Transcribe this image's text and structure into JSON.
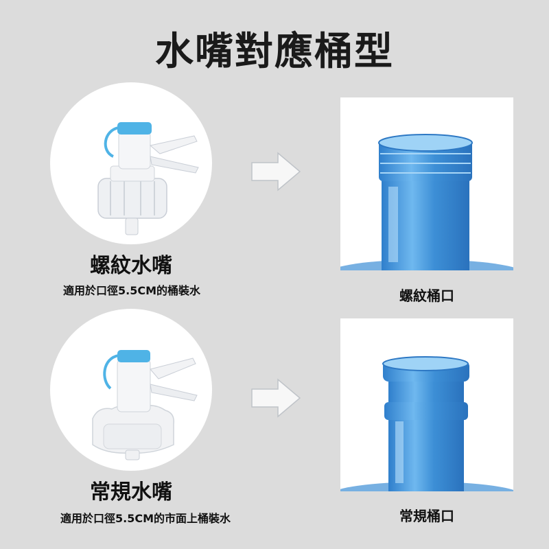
{
  "title": "水嘴對應桶型",
  "rows": [
    {
      "spout_name": "螺紋水嘴",
      "spout_desc": "適用於口徑5.5CM的桶裝水",
      "bucket_label": "螺紋桶口"
    },
    {
      "spout_name": "常規水嘴",
      "spout_desc": "適用於口徑5.5CM的市面上桶裝水",
      "bucket_label": "常規桶口"
    }
  ],
  "colors": {
    "background": "#dcdcdc",
    "cap_blue": "#4fb3e6",
    "bottle_blue": "#3d8fd6",
    "arrow_fill": "#f7f7f7"
  }
}
